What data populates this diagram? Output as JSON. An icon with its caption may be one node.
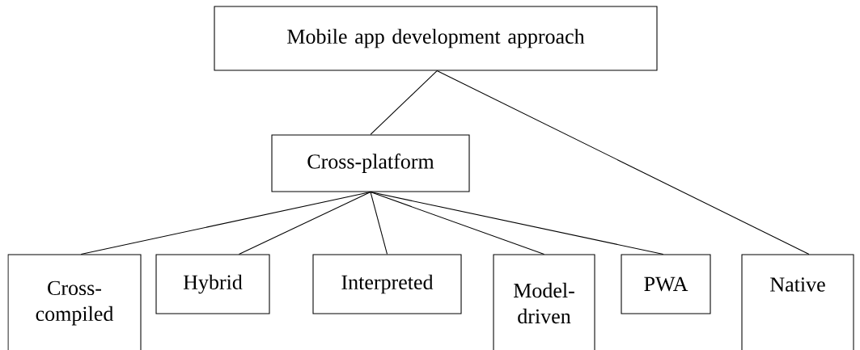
{
  "diagram": {
    "nodes": [
      {
        "text": [
          "Mobile app development approach"
        ]
      },
      {
        "text": [
          "Cross-platform"
        ]
      },
      {
        "text": [
          "Cross-compiled"
        ]
      },
      {
        "text": [
          "Hybrid"
        ]
      },
      {
        "text": [
          "Interpreted"
        ]
      },
      {
        "text": [
          "Model-driven"
        ]
      },
      {
        "text": [
          "PWA"
        ]
      },
      {
        "text": [
          "Native"
        ]
      }
    ],
    "edges": [
      {
        "from": 0,
        "to": 1,
        "arrow": "none"
      },
      {
        "from": 0,
        "to": 7,
        "arrow": "none"
      },
      {
        "from": 1,
        "to": 2,
        "arrow": "none"
      },
      {
        "from": 1,
        "to": 3,
        "arrow": "none"
      },
      {
        "from": 1,
        "to": 4,
        "arrow": "none"
      },
      {
        "from": 1,
        "to": 5,
        "arrow": "none"
      },
      {
        "from": 1,
        "to": 6,
        "arrow": "none"
      }
    ]
  }
}
